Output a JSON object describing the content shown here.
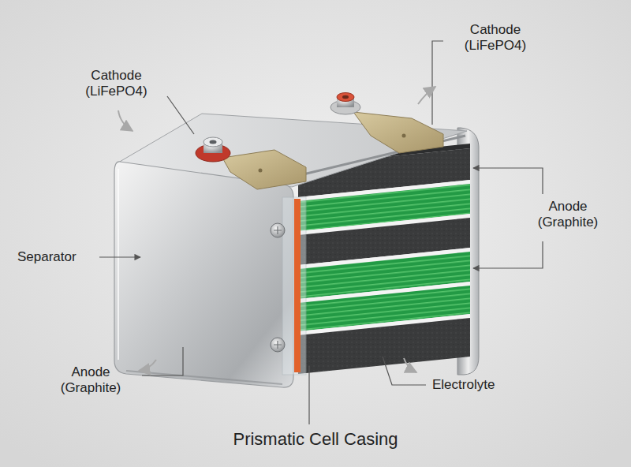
{
  "diagram": {
    "labels": [
      "Cathode (LiFePO4)",
      "Cathode (LiFePO4)",
      "Anode (Graphite)",
      "Separator",
      "Anode (Graphite)",
      "Electrolyte",
      "Prismatic Cell Casing"
    ]
  }
}
